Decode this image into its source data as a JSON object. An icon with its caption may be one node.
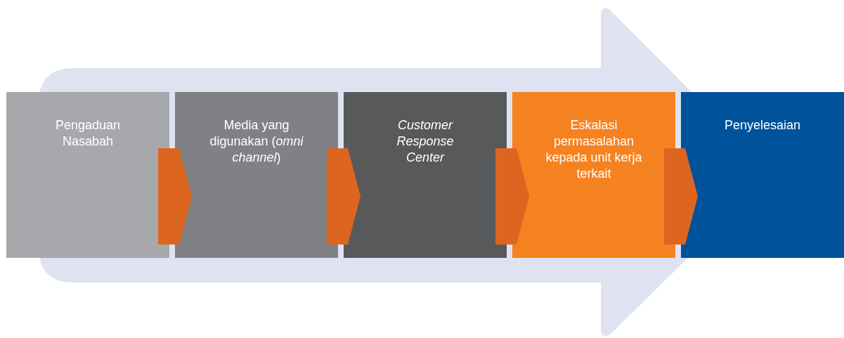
{
  "diagram": {
    "nodes": [
      {
        "text": [
          "Pengaduan Nasabah"
        ]
      },
      {
        "text": [
          "Media yang digunakan (*omni channel*)"
        ]
      },
      {
        "text": [
          "Customer Response Center"
        ]
      },
      {
        "text": [
          "Eskalasi permasalahan kepada unit kerja terkait"
        ]
      },
      {
        "text": [
          "Penyelesaian"
        ]
      }
    ],
    "edges": [
      {
        "from": 0,
        "to": 1,
        "arrow": "to"
      },
      {
        "from": 1,
        "to": 2,
        "arrow": "to"
      },
      {
        "from": 2,
        "to": 3,
        "arrow": "to"
      },
      {
        "from": 3,
        "to": 4,
        "arrow": "to"
      }
    ]
  }
}
